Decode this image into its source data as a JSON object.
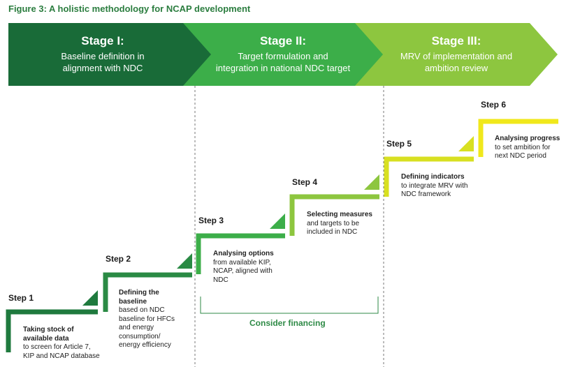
{
  "figure_title": "Figure 3: A holistic methodology for NCAP development",
  "colors": {
    "stage1": "#196b38",
    "stage2": "#3cae49",
    "stage3": "#8dc63f",
    "dark_green": "#1f7a3e",
    "green": "#3cae49",
    "light_green": "#8dc63f",
    "yellow_green": "#d8e021",
    "yellow": "#f0e81c",
    "financing": "#2e8a46"
  },
  "stages": [
    {
      "title": "Stage I:",
      "subtitle_line1": "Baseline definition in",
      "subtitle_line2": "alignment with NDC"
    },
    {
      "title": "Stage II:",
      "subtitle_line1": "Target formulation and",
      "subtitle_line2": "integration in national NDC target"
    },
    {
      "title": "Stage III:",
      "subtitle_line1": "MRV of implementation and",
      "subtitle_line2": "ambition review"
    }
  ],
  "steps": [
    {
      "label": "Step 1",
      "heading_line1": "Taking stock of",
      "heading_line2": "available data",
      "body_line1": "to screen for Article 7,",
      "body_line2": "KIP and NCAP database",
      "body_line3": "",
      "body_line4": ""
    },
    {
      "label": "Step 2",
      "heading_line1": "Defining the",
      "heading_line2": "baseline",
      "body_line1": "based on NDC",
      "body_line2": "baseline for HFCs",
      "body_line3": "and energy",
      "body_line4": "consumption/",
      "body_line5": "energy efficiency"
    },
    {
      "label": "Step 3",
      "heading_line1": "Analysing options",
      "heading_line2": "",
      "body_line1": "from available KIP,",
      "body_line2": "NCAP, aligned with",
      "body_line3": "NDC",
      "body_line4": ""
    },
    {
      "label": "Step 4",
      "heading_line1": "Selecting measures",
      "heading_line2": "",
      "body_line1": "and targets to be",
      "body_line2": "included in NDC",
      "body_line3": "",
      "body_line4": ""
    },
    {
      "label": "Step 5",
      "heading_line1": "Defining indicators",
      "heading_line2": "",
      "body_line1": "to integrate MRV with",
      "body_line2": "NDC framework",
      "body_line3": "",
      "body_line4": ""
    },
    {
      "label": "Step 6",
      "heading_line1": "Analysing progress",
      "heading_line2": "",
      "body_line1": "to set ambition for",
      "body_line2": "next NDC period",
      "body_line3": "",
      "body_line4": ""
    }
  ],
  "financing_label": "Consider financing"
}
